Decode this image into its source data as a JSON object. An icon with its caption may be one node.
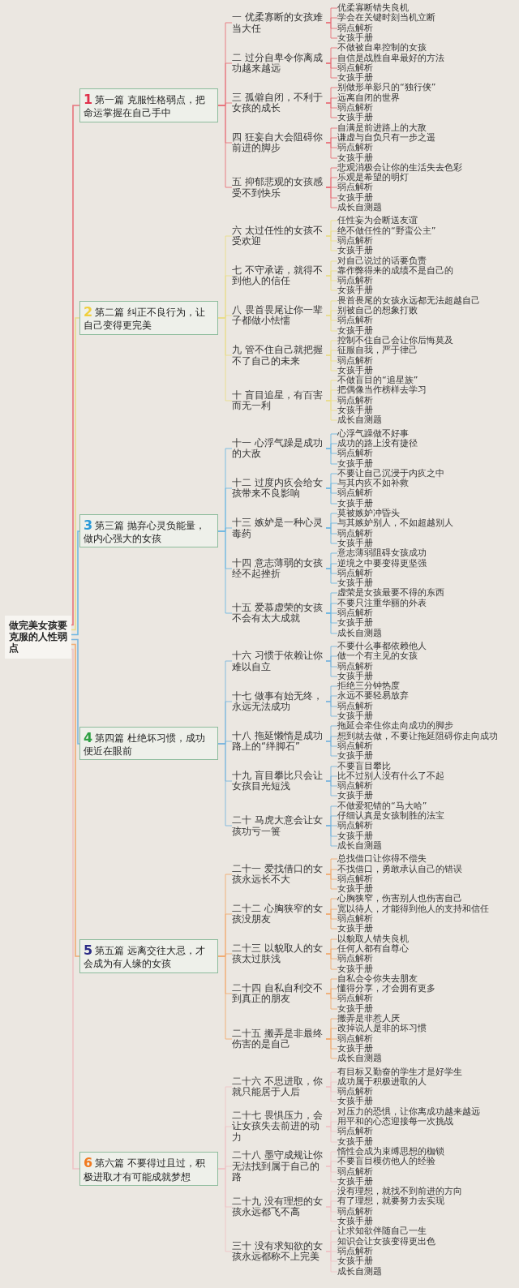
{
  "diagram": {
    "nodes": [
      {
        "text": [
          "做完美女孩要克服的人性弱点"
        ]
      },
      {
        "text": [
          "1",
          "第一篇 克服性格弱点，把命运掌握在自己手中"
        ]
      },
      {
        "text": [
          "一 优柔寡断的女孩难当大任"
        ]
      },
      {
        "text": [
          "优柔寡断错失良机"
        ]
      },
      {
        "text": [
          "学会在关键时刻当机立断"
        ]
      },
      {
        "text": [
          "弱点解析"
        ]
      },
      {
        "text": [
          "女孩手册"
        ]
      },
      {
        "text": [
          "二 过分自卑令你离成功越来越远"
        ]
      },
      {
        "text": [
          "不做被自卑控制的女孩"
        ]
      },
      {
        "text": [
          "自信是战胜自卑最好的方法"
        ]
      },
      {
        "text": [
          "弱点解析"
        ]
      },
      {
        "text": [
          "女孩手册"
        ]
      },
      {
        "text": [
          "三 孤僻自闭，不利于女孩的成长"
        ]
      },
      {
        "text": [
          "别做形单影只的“独行侠”"
        ]
      },
      {
        "text": [
          "远离自闭的世界"
        ]
      },
      {
        "text": [
          "弱点解析"
        ]
      },
      {
        "text": [
          "女孩手册"
        ]
      },
      {
        "text": [
          "四 狂妄自大会阻碍你前进的脚步"
        ]
      },
      {
        "text": [
          "自满是前进路上的大敌"
        ]
      },
      {
        "text": [
          "谦虚与自负只有一步之遥"
        ]
      },
      {
        "text": [
          "弱点解析"
        ]
      },
      {
        "text": [
          "女孩手册"
        ]
      },
      {
        "text": [
          "五 抑郁悲观的女孩感受不到快乐"
        ]
      },
      {
        "text": [
          "悲观消极会让你的生活失去色彩"
        ]
      },
      {
        "text": [
          "乐观是希望的明灯"
        ]
      },
      {
        "text": [
          "弱点解析"
        ]
      },
      {
        "text": [
          "女孩手册"
        ]
      },
      {
        "text": [
          "成长自测题"
        ]
      },
      {
        "text": [
          "2",
          "第二篇 纠正不良行为，让自己变得更完美"
        ]
      },
      {
        "text": [
          "六 太过任性的女孩不受欢迎"
        ]
      },
      {
        "text": [
          "任性妄为会断送友谊"
        ]
      },
      {
        "text": [
          "绝不做任性的“野蛮公主”"
        ]
      },
      {
        "text": [
          "弱点解析"
        ]
      },
      {
        "text": [
          "女孩手册"
        ]
      },
      {
        "text": [
          "七 不守承诺，就得不到他人的信任"
        ]
      },
      {
        "text": [
          "对自己说过的话要负责"
        ]
      },
      {
        "text": [
          "靠作弊得来的成绩不是自己的"
        ]
      },
      {
        "text": [
          "弱点解析"
        ]
      },
      {
        "text": [
          "女孩手册"
        ]
      },
      {
        "text": [
          "八 畏首畏尾让你一辈子都做小怯懦"
        ]
      },
      {
        "text": [
          "畏首畏尾的女孩永远都无法超越自己"
        ]
      },
      {
        "text": [
          "别被自己的想象打败"
        ]
      },
      {
        "text": [
          "弱点解析"
        ]
      },
      {
        "text": [
          "女孩手册"
        ]
      },
      {
        "text": [
          "九 管不住自己就把握不了自己的未来"
        ]
      },
      {
        "text": [
          "控制不住自己会让你后悔莫及"
        ]
      },
      {
        "text": [
          "征服自我，严于律己"
        ]
      },
      {
        "text": [
          "弱点解析"
        ]
      },
      {
        "text": [
          "女孩手册"
        ]
      },
      {
        "text": [
          "十 盲目追星，有百害而无一利"
        ]
      },
      {
        "text": [
          "不做盲目的“追星族”"
        ]
      },
      {
        "text": [
          "把偶像当作榜样去学习"
        ]
      },
      {
        "text": [
          "弱点解析"
        ]
      },
      {
        "text": [
          "女孩手册"
        ]
      },
      {
        "text": [
          "成长自测题"
        ]
      },
      {
        "text": [
          "3",
          "第三篇 抛弃心灵负能量，做内心强大的女孩"
        ]
      },
      {
        "text": [
          "十一 心浮气躁是成功的大敌"
        ]
      },
      {
        "text": [
          "心浮气躁做不好事"
        ]
      },
      {
        "text": [
          "成功的路上没有捷径"
        ]
      },
      {
        "text": [
          "弱点解析"
        ]
      },
      {
        "text": [
          "女孩手册"
        ]
      },
      {
        "text": [
          "十二 过度内疚会给女孩带来不良影响"
        ]
      },
      {
        "text": [
          "不要让自己沉浸于内疚之中"
        ]
      },
      {
        "text": [
          "与其内疚不如补救"
        ]
      },
      {
        "text": [
          "弱点解析"
        ]
      },
      {
        "text": [
          "女孩手册"
        ]
      },
      {
        "text": [
          "十三 嫉妒是一种心灵毒药"
        ]
      },
      {
        "text": [
          "莫被嫉妒冲昏头"
        ]
      },
      {
        "text": [
          "与其嫉妒别人，不如超越别人"
        ]
      },
      {
        "text": [
          "弱点解析"
        ]
      },
      {
        "text": [
          "女孩手册"
        ]
      },
      {
        "text": [
          "十四 意志薄弱的女孩经不起挫折"
        ]
      },
      {
        "text": [
          "意志薄弱阻碍女孩成功"
        ]
      },
      {
        "text": [
          "逆境之中要变得更坚强"
        ]
      },
      {
        "text": [
          "弱点解析"
        ]
      },
      {
        "text": [
          "女孩手册"
        ]
      },
      {
        "text": [
          "十五 爱慕虚荣的女孩不会有太大成就"
        ]
      },
      {
        "text": [
          "虚荣是女孩最要不得的东西"
        ]
      },
      {
        "text": [
          "不要只注重华丽的外表"
        ]
      },
      {
        "text": [
          "弱点解析"
        ]
      },
      {
        "text": [
          "女孩手册"
        ]
      },
      {
        "text": [
          "成长自测题"
        ]
      },
      {
        "text": [
          "4",
          "第四篇 杜绝坏习惯，成功便近在眼前"
        ]
      },
      {
        "text": [
          "十六 习惯于依赖让你难以自立"
        ]
      },
      {
        "text": [
          "不要什么事都依赖他人"
        ]
      },
      {
        "text": [
          "做一个有主见的女孩"
        ]
      },
      {
        "text": [
          "弱点解析"
        ]
      },
      {
        "text": [
          "女孩手册"
        ]
      },
      {
        "text": [
          "十七 做事有始无终，永远无法成功"
        ]
      },
      {
        "text": [
          "拒绝三分钟热度"
        ]
      },
      {
        "text": [
          "永远不要轻易放弃"
        ]
      },
      {
        "text": [
          "弱点解析"
        ]
      },
      {
        "text": [
          "女孩手册"
        ]
      },
      {
        "text": [
          "十八 拖延懒惰是成功路上的“绊脚石”"
        ]
      },
      {
        "text": [
          "拖延会牵住你走向成功的脚步"
        ]
      },
      {
        "text": [
          "想到就去做，不要让拖延阻碍你走向成功"
        ]
      },
      {
        "text": [
          "弱点解析"
        ]
      },
      {
        "text": [
          "女孩手册"
        ]
      },
      {
        "text": [
          "十九 盲目攀比只会让女孩目光短浅"
        ]
      },
      {
        "text": [
          "不要盲目攀比"
        ]
      },
      {
        "text": [
          "比不过别人没有什么了不起"
        ]
      },
      {
        "text": [
          "弱点解析"
        ]
      },
      {
        "text": [
          "女孩手册"
        ]
      },
      {
        "text": [
          "二十 马虎大意会让女孩功亏一篑"
        ]
      },
      {
        "text": [
          "不做爱犯错的“马大哈”"
        ]
      },
      {
        "text": [
          "仔细认真是女孩制胜的法宝"
        ]
      },
      {
        "text": [
          "弱点解析"
        ]
      },
      {
        "text": [
          "女孩手册"
        ]
      },
      {
        "text": [
          "成长自测题"
        ]
      },
      {
        "text": [
          "5",
          "第五篇 远离交往大忌，才会成为有人缘的女孩"
        ]
      },
      {
        "text": [
          "二十一 爱找借口的女孩永远长不大"
        ]
      },
      {
        "text": [
          "总找借口让你得不偿失"
        ]
      },
      {
        "text": [
          "不找借口，勇敢承认自己的错误"
        ]
      },
      {
        "text": [
          "弱点解析"
        ]
      },
      {
        "text": [
          "女孩手册"
        ]
      },
      {
        "text": [
          "二十二 心胸狭窄的女孩没朋友"
        ]
      },
      {
        "text": [
          "心胸狭窄，伤害别人也伤害自己"
        ]
      },
      {
        "text": [
          "宽以待人，才能得到他人的支持和信任"
        ]
      },
      {
        "text": [
          "弱点解析"
        ]
      },
      {
        "text": [
          "女孩手册"
        ]
      },
      {
        "text": [
          "二十三 以貌取人的女孩太过肤浅"
        ]
      },
      {
        "text": [
          "以貌取人错失良机"
        ]
      },
      {
        "text": [
          "任何人都有自尊心"
        ]
      },
      {
        "text": [
          "弱点解析"
        ]
      },
      {
        "text": [
          "女孩手册"
        ]
      },
      {
        "text": [
          "二十四 自私自利交不到真正的朋友"
        ]
      },
      {
        "text": [
          "自私会令你失去朋友"
        ]
      },
      {
        "text": [
          "懂得分享，才会拥有更多"
        ]
      },
      {
        "text": [
          "弱点解析"
        ]
      },
      {
        "text": [
          "女孩手册"
        ]
      },
      {
        "text": [
          "二十五 搬弄是非最终伤害的是自己"
        ]
      },
      {
        "text": [
          "搬弄是非惹人厌"
        ]
      },
      {
        "text": [
          "改掉说人是非的坏习惯"
        ]
      },
      {
        "text": [
          "弱点解析"
        ]
      },
      {
        "text": [
          "女孩手册"
        ]
      },
      {
        "text": [
          "成长自测题"
        ]
      },
      {
        "text": [
          "6",
          "第六篇 不要得过且过，积极进取才有可能成就梦想"
        ]
      },
      {
        "text": [
          "二十六 不思进取，你就只能居于人后"
        ]
      },
      {
        "text": [
          "有目标又勤奋的学生才是好学生"
        ]
      },
      {
        "text": [
          "成功属于积极进取的人"
        ]
      },
      {
        "text": [
          "弱点解析"
        ]
      },
      {
        "text": [
          "女孩手册"
        ]
      },
      {
        "text": [
          "二十七 畏惧压力，会让女孩失去前进的动力"
        ]
      },
      {
        "text": [
          "对压力的恐惧，让你离成功越来越远"
        ]
      },
      {
        "text": [
          "用平和的心态迎接每一次挑战"
        ]
      },
      {
        "text": [
          "弱点解析"
        ]
      },
      {
        "text": [
          "女孩手册"
        ]
      },
      {
        "text": [
          "二十八 墨守成规让你无法找到属于自己的路"
        ]
      },
      {
        "text": [
          "惰性会成为束缚思想的枷锁"
        ]
      },
      {
        "text": [
          "不要盲目模仿他人的经验"
        ]
      },
      {
        "text": [
          "弱点解析"
        ]
      },
      {
        "text": [
          "女孩手册"
        ]
      },
      {
        "text": [
          "二十九 没有理想的女孩永远都飞不高"
        ]
      },
      {
        "text": [
          "没有理想，就找不到前进的方向"
        ]
      },
      {
        "text": [
          "有了理想，就要努力去实现"
        ]
      },
      {
        "text": [
          "弱点解析"
        ]
      },
      {
        "text": [
          "女孩手册"
        ]
      },
      {
        "text": [
          "三十 没有求知欲的女孩永远都称不上完美"
        ]
      },
      {
        "text": [
          "让求知欲伴随自己一生"
        ]
      },
      {
        "text": [
          "知识会让女孩变得更出色"
        ]
      },
      {
        "text": [
          "弱点解析"
        ]
      },
      {
        "text": [
          "女孩手册"
        ]
      },
      {
        "text": [
          "成长自测题"
        ]
      }
    ],
    "edges": [
      {
        "from": 0,
        "to": 1,
        "arrow": "none",
        "color": "#e8737c"
      },
      {
        "from": 1,
        "to": 2,
        "arrow": "none",
        "color": "#e8737c"
      },
      {
        "from": 2,
        "to": 3,
        "arrow": "none",
        "color": "#e8737c"
      },
      {
        "from": 2,
        "to": 4,
        "arrow": "none",
        "color": "#e8737c"
      },
      {
        "from": 2,
        "to": 5,
        "arrow": "none",
        "color": "#e8737c"
      },
      {
        "from": 2,
        "to": 6,
        "arrow": "none",
        "color": "#e8737c"
      },
      {
        "from": 1,
        "to": 7,
        "arrow": "none",
        "color": "#e8737c"
      },
      {
        "from": 7,
        "to": 8,
        "arrow": "none",
        "color": "#e8737c"
      },
      {
        "from": 7,
        "to": 9,
        "arrow": "none",
        "color": "#e8737c"
      },
      {
        "from": 7,
        "to": 10,
        "arrow": "none",
        "color": "#e8737c"
      },
      {
        "from": 7,
        "to": 11,
        "arrow": "none",
        "color": "#e8737c"
      },
      {
        "from": 1,
        "to": 12,
        "arrow": "none",
        "color": "#e8737c"
      },
      {
        "from": 12,
        "to": 13,
        "arrow": "none",
        "color": "#e8737c"
      },
      {
        "from": 12,
        "to": 14,
        "arrow": "none",
        "color": "#e8737c"
      },
      {
        "from": 12,
        "to": 15,
        "arrow": "none",
        "color": "#e8737c"
      },
      {
        "from": 12,
        "to": 16,
        "arrow": "none",
        "color": "#e8737c"
      },
      {
        "from": 1,
        "to": 17,
        "arrow": "none",
        "color": "#e8737c"
      },
      {
        "from": 17,
        "to": 18,
        "arrow": "none",
        "color": "#e8737c"
      },
      {
        "from": 17,
        "to": 19,
        "arrow": "none",
        "color": "#e8737c"
      },
      {
        "from": 17,
        "to": 20,
        "arrow": "none",
        "color": "#e8737c"
      },
      {
        "from": 17,
        "to": 21,
        "arrow": "none",
        "color": "#e8737c"
      },
      {
        "from": 1,
        "to": 22,
        "arrow": "none",
        "color": "#e8737c"
      },
      {
        "from": 22,
        "to": 23,
        "arrow": "none",
        "color": "#e8737c"
      },
      {
        "from": 22,
        "to": 24,
        "arrow": "none",
        "color": "#e8737c"
      },
      {
        "from": 22,
        "to": 25,
        "arrow": "none",
        "color": "#e8737c"
      },
      {
        "from": 22,
        "to": 26,
        "arrow": "none",
        "color": "#e8737c"
      },
      {
        "from": 22,
        "to": 27,
        "arrow": "none",
        "color": "#e8737c"
      },
      {
        "from": 0,
        "to": 28,
        "arrow": "none",
        "color": "#e9dc8a"
      },
      {
        "from": 28,
        "to": 29,
        "arrow": "none",
        "color": "#e9dc8a"
      },
      {
        "from": 29,
        "to": 30,
        "arrow": "none",
        "color": "#e9dc8a"
      },
      {
        "from": 29,
        "to": 31,
        "arrow": "none",
        "color": "#e9dc8a"
      },
      {
        "from": 29,
        "to": 32,
        "arrow": "none",
        "color": "#e9dc8a"
      },
      {
        "from": 29,
        "to": 33,
        "arrow": "none",
        "color": "#e9dc8a"
      },
      {
        "from": 28,
        "to": 34,
        "arrow": "none",
        "color": "#e9dc8a"
      },
      {
        "from": 34,
        "to": 35,
        "arrow": "none",
        "color": "#e9dc8a"
      },
      {
        "from": 34,
        "to": 36,
        "arrow": "none",
        "color": "#e9dc8a"
      },
      {
        "from": 34,
        "to": 37,
        "arrow": "none",
        "color": "#e9dc8a"
      },
      {
        "from": 34,
        "to": 38,
        "arrow": "none",
        "color": "#e9dc8a"
      },
      {
        "from": 28,
        "to": 39,
        "arrow": "none",
        "color": "#e9dc8a"
      },
      {
        "from": 39,
        "to": 40,
        "arrow": "none",
        "color": "#e9dc8a"
      },
      {
        "from": 39,
        "to": 41,
        "arrow": "none",
        "color": "#e9dc8a"
      },
      {
        "from": 39,
        "to": 42,
        "arrow": "none",
        "color": "#e9dc8a"
      },
      {
        "from": 39,
        "to": 43,
        "arrow": "none",
        "color": "#e9dc8a"
      },
      {
        "from": 28,
        "to": 44,
        "arrow": "none",
        "color": "#e9dc8a"
      },
      {
        "from": 44,
        "to": 45,
        "arrow": "none",
        "color": "#e9dc8a"
      },
      {
        "from": 44,
        "to": 46,
        "arrow": "none",
        "color": "#e9dc8a"
      },
      {
        "from": 44,
        "to": 47,
        "arrow": "none",
        "color": "#e9dc8a"
      },
      {
        "from": 44,
        "to": 48,
        "arrow": "none",
        "color": "#e9dc8a"
      },
      {
        "from": 28,
        "to": 49,
        "arrow": "none",
        "color": "#e9dc8a"
      },
      {
        "from": 49,
        "to": 50,
        "arrow": "none",
        "color": "#e9dc8a"
      },
      {
        "from": 49,
        "to": 51,
        "arrow": "none",
        "color": "#e9dc8a"
      },
      {
        "from": 49,
        "to": 52,
        "arrow": "none",
        "color": "#e9dc8a"
      },
      {
        "from": 49,
        "to": 53,
        "arrow": "none",
        "color": "#e9dc8a"
      },
      {
        "from": 49,
        "to": 54,
        "arrow": "none",
        "color": "#e9dc8a"
      },
      {
        "from": 0,
        "to": 55,
        "arrow": "none",
        "color": "#6fb8e2"
      },
      {
        "from": 55,
        "to": 56,
        "arrow": "none",
        "color": "#6fb8e2"
      },
      {
        "from": 56,
        "to": 57,
        "arrow": "none",
        "color": "#6fb8e2"
      },
      {
        "from": 56,
        "to": 58,
        "arrow": "none",
        "color": "#6fb8e2"
      },
      {
        "from": 56,
        "to": 59,
        "arrow": "none",
        "color": "#6fb8e2"
      },
      {
        "from": 56,
        "to": 60,
        "arrow": "none",
        "color": "#6fb8e2"
      },
      {
        "from": 55,
        "to": 61,
        "arrow": "none",
        "color": "#6fb8e2"
      },
      {
        "from": 61,
        "to": 62,
        "arrow": "none",
        "color": "#6fb8e2"
      },
      {
        "from": 61,
        "to": 63,
        "arrow": "none",
        "color": "#6fb8e2"
      },
      {
        "from": 61,
        "to": 64,
        "arrow": "none",
        "color": "#6fb8e2"
      },
      {
        "from": 61,
        "to": 65,
        "arrow": "none",
        "color": "#6fb8e2"
      },
      {
        "from": 55,
        "to": 66,
        "arrow": "none",
        "color": "#6fb8e2"
      },
      {
        "from": 66,
        "to": 67,
        "arrow": "none",
        "color": "#6fb8e2"
      },
      {
        "from": 66,
        "to": 68,
        "arrow": "none",
        "color": "#6fb8e2"
      },
      {
        "from": 66,
        "to": 69,
        "arrow": "none",
        "color": "#6fb8e2"
      },
      {
        "from": 66,
        "to": 70,
        "arrow": "none",
        "color": "#6fb8e2"
      },
      {
        "from": 55,
        "to": 71,
        "arrow": "none",
        "color": "#6fb8e2"
      },
      {
        "from": 71,
        "to": 72,
        "arrow": "none",
        "color": "#6fb8e2"
      },
      {
        "from": 71,
        "to": 73,
        "arrow": "none",
        "color": "#6fb8e2"
      },
      {
        "from": 71,
        "to": 74,
        "arrow": "none",
        "color": "#6fb8e2"
      },
      {
        "from": 71,
        "to": 75,
        "arrow": "none",
        "color": "#6fb8e2"
      },
      {
        "from": 55,
        "to": 76,
        "arrow": "none",
        "color": "#6fb8e2"
      },
      {
        "from": 76,
        "to": 77,
        "arrow": "none",
        "color": "#6fb8e2"
      },
      {
        "from": 76,
        "to": 78,
        "arrow": "none",
        "color": "#6fb8e2"
      },
      {
        "from": 76,
        "to": 79,
        "arrow": "none",
        "color": "#6fb8e2"
      },
      {
        "from": 76,
        "to": 80,
        "arrow": "none",
        "color": "#6fb8e2"
      },
      {
        "from": 76,
        "to": 81,
        "arrow": "none",
        "color": "#6fb8e2"
      },
      {
        "from": 0,
        "to": 82,
        "arrow": "none",
        "color": "#7cb6de"
      },
      {
        "from": 82,
        "to": 83,
        "arrow": "none",
        "color": "#7cb6de"
      },
      {
        "from": 83,
        "to": 84,
        "arrow": "none",
        "color": "#7cb6de"
      },
      {
        "from": 83,
        "to": 85,
        "arrow": "none",
        "color": "#7cb6de"
      },
      {
        "from": 83,
        "to": 86,
        "arrow": "none",
        "color": "#7cb6de"
      },
      {
        "from": 83,
        "to": 87,
        "arrow": "none",
        "color": "#7cb6de"
      },
      {
        "from": 82,
        "to": 88,
        "arrow": "none",
        "color": "#7cb6de"
      },
      {
        "from": 88,
        "to": 89,
        "arrow": "none",
        "color": "#7cb6de"
      },
      {
        "from": 88,
        "to": 90,
        "arrow": "none",
        "color": "#7cb6de"
      },
      {
        "from": 88,
        "to": 91,
        "arrow": "none",
        "color": "#7cb6de"
      },
      {
        "from": 88,
        "to": 92,
        "arrow": "none",
        "color": "#7cb6de"
      },
      {
        "from": 82,
        "to": 93,
        "arrow": "none",
        "color": "#7cb6de"
      },
      {
        "from": 93,
        "to": 94,
        "arrow": "none",
        "color": "#7cb6de"
      },
      {
        "from": 93,
        "to": 95,
        "arrow": "none",
        "color": "#7cb6de"
      },
      {
        "from": 93,
        "to": 96,
        "arrow": "none",
        "color": "#7cb6de"
      },
      {
        "from": 93,
        "to": 97,
        "arrow": "none",
        "color": "#7cb6de"
      },
      {
        "from": 82,
        "to": 98,
        "arrow": "none",
        "color": "#7cb6de"
      },
      {
        "from": 98,
        "to": 99,
        "arrow": "none",
        "color": "#7cb6de"
      },
      {
        "from": 98,
        "to": 100,
        "arrow": "none",
        "color": "#7cb6de"
      },
      {
        "from": 98,
        "to": 101,
        "arrow": "none",
        "color": "#7cb6de"
      },
      {
        "from": 98,
        "to": 102,
        "arrow": "none",
        "color": "#7cb6de"
      },
      {
        "from": 82,
        "to": 103,
        "arrow": "none",
        "color": "#7cb6de"
      },
      {
        "from": 103,
        "to": 104,
        "arrow": "none",
        "color": "#7cb6de"
      },
      {
        "from": 103,
        "to": 105,
        "arrow": "none",
        "color": "#7cb6de"
      },
      {
        "from": 103,
        "to": 106,
        "arrow": "none",
        "color": "#7cb6de"
      },
      {
        "from": 103,
        "to": 107,
        "arrow": "none",
        "color": "#7cb6de"
      },
      {
        "from": 103,
        "to": 108,
        "arrow": "none",
        "color": "#7cb6de"
      },
      {
        "from": 0,
        "to": 109,
        "arrow": "none",
        "color": "#f0ac73"
      },
      {
        "from": 109,
        "to": 110,
        "arrow": "none",
        "color": "#f0ac73"
      },
      {
        "from": 110,
        "to": 111,
        "arrow": "none",
        "color": "#f0ac73"
      },
      {
        "from": 110,
        "to": 112,
        "arrow": "none",
        "color": "#f0ac73"
      },
      {
        "from": 110,
        "to": 113,
        "arrow": "none",
        "color": "#f0ac73"
      },
      {
        "from": 110,
        "to": 114,
        "arrow": "none",
        "color": "#f0ac73"
      },
      {
        "from": 109,
        "to": 115,
        "arrow": "none",
        "color": "#f0ac73"
      },
      {
        "from": 115,
        "to": 116,
        "arrow": "none",
        "color": "#f0ac73"
      },
      {
        "from": 115,
        "to": 117,
        "arrow": "none",
        "color": "#f0ac73"
      },
      {
        "from": 115,
        "to": 118,
        "arrow": "none",
        "color": "#f0ac73"
      },
      {
        "from": 115,
        "to": 119,
        "arrow": "none",
        "color": "#f0ac73"
      },
      {
        "from": 109,
        "to": 120,
        "arrow": "none",
        "color": "#f0ac73"
      },
      {
        "from": 120,
        "to": 121,
        "arrow": "none",
        "color": "#f0ac73"
      },
      {
        "from": 120,
        "to": 122,
        "arrow": "none",
        "color": "#f0ac73"
      },
      {
        "from": 120,
        "to": 123,
        "arrow": "none",
        "color": "#f0ac73"
      },
      {
        "from": 120,
        "to": 124,
        "arrow": "none",
        "color": "#f0ac73"
      },
      {
        "from": 109,
        "to": 125,
        "arrow": "none",
        "color": "#f0ac73"
      },
      {
        "from": 125,
        "to": 126,
        "arrow": "none",
        "color": "#f0ac73"
      },
      {
        "from": 125,
        "to": 127,
        "arrow": "none",
        "color": "#f0ac73"
      },
      {
        "from": 125,
        "to": 128,
        "arrow": "none",
        "color": "#f0ac73"
      },
      {
        "from": 125,
        "to": 129,
        "arrow": "none",
        "color": "#f0ac73"
      },
      {
        "from": 109,
        "to": 130,
        "arrow": "none",
        "color": "#f0ac73"
      },
      {
        "from": 130,
        "to": 131,
        "arrow": "none",
        "color": "#f0ac73"
      },
      {
        "from": 130,
        "to": 132,
        "arrow": "none",
        "color": "#f0ac73"
      },
      {
        "from": 130,
        "to": 133,
        "arrow": "none",
        "color": "#f0ac73"
      },
      {
        "from": 130,
        "to": 134,
        "arrow": "none",
        "color": "#f0ac73"
      },
      {
        "from": 130,
        "to": 135,
        "arrow": "none",
        "color": "#f0ac73"
      },
      {
        "from": 0,
        "to": 136,
        "arrow": "none",
        "color": "#eec3c6"
      },
      {
        "from": 136,
        "to": 137,
        "arrow": "none",
        "color": "#eec3c6"
      },
      {
        "from": 137,
        "to": 138,
        "arrow": "none",
        "color": "#eec3c6"
      },
      {
        "from": 137,
        "to": 139,
        "arrow": "none",
        "color": "#eec3c6"
      },
      {
        "from": 137,
        "to": 140,
        "arrow": "none",
        "color": "#eec3c6"
      },
      {
        "from": 137,
        "to": 141,
        "arrow": "none",
        "color": "#eec3c6"
      },
      {
        "from": 136,
        "to": 142,
        "arrow": "none",
        "color": "#eec3c6"
      },
      {
        "from": 142,
        "to": 143,
        "arrow": "none",
        "color": "#eec3c6"
      },
      {
        "from": 142,
        "to": 144,
        "arrow": "none",
        "color": "#eec3c6"
      },
      {
        "from": 142,
        "to": 145,
        "arrow": "none",
        "color": "#eec3c6"
      },
      {
        "from": 142,
        "to": 146,
        "arrow": "none",
        "color": "#eec3c6"
      },
      {
        "from": 136,
        "to": 147,
        "arrow": "none",
        "color": "#eec3c6"
      },
      {
        "from": 147,
        "to": 148,
        "arrow": "none",
        "color": "#eec3c6"
      },
      {
        "from": 147,
        "to": 149,
        "arrow": "none",
        "color": "#eec3c6"
      },
      {
        "from": 147,
        "to": 150,
        "arrow": "none",
        "color": "#eec3c6"
      },
      {
        "from": 147,
        "to": 151,
        "arrow": "none",
        "color": "#eec3c6"
      },
      {
        "from": 136,
        "to": 152,
        "arrow": "none",
        "color": "#eec3c6"
      },
      {
        "from": 152,
        "to": 153,
        "arrow": "none",
        "color": "#eec3c6"
      },
      {
        "from": 152,
        "to": 154,
        "arrow": "none",
        "color": "#eec3c6"
      },
      {
        "from": 152,
        "to": 155,
        "arrow": "none",
        "color": "#eec3c6"
      },
      {
        "from": 152,
        "to": 156,
        "arrow": "none",
        "color": "#eec3c6"
      },
      {
        "from": 136,
        "to": 157,
        "arrow": "none",
        "color": "#eec3c6"
      },
      {
        "from": 157,
        "to": 158,
        "arrow": "none",
        "color": "#eec3c6"
      },
      {
        "from": 157,
        "to": 159,
        "arrow": "none",
        "color": "#eec3c6"
      },
      {
        "from": 157,
        "to": 160,
        "arrow": "none",
        "color": "#eec3c6"
      },
      {
        "from": 157,
        "to": 161,
        "arrow": "none",
        "color": "#eec3c6"
      },
      {
        "from": 157,
        "to": 162,
        "arrow": "none",
        "color": "#eec3c6"
      }
    ]
  }
}
